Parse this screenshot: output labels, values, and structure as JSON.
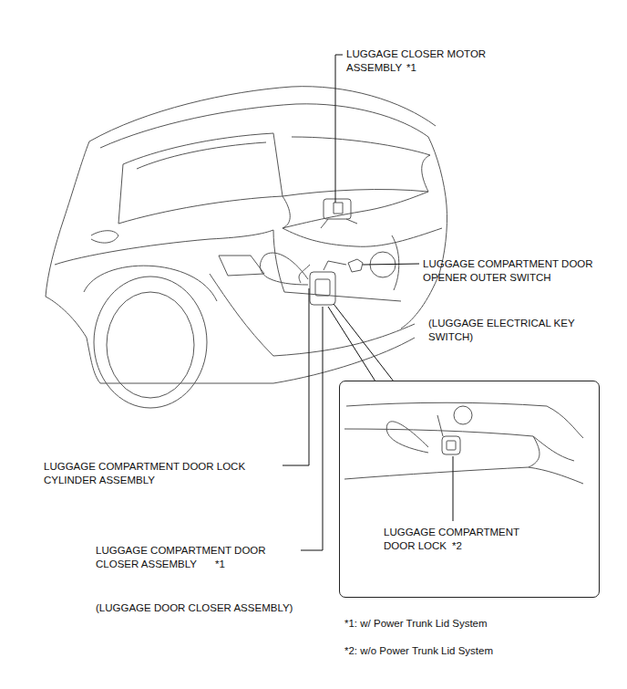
{
  "diagram": {
    "nodes": [
      {
        "text": [
          "LUGGAGE COMPARTMENT DOOR LOCK",
          "*2"
        ]
      }
    ],
    "labels": [
      "LUGGAGE CLOSER MOTOR ASSEMBLY",
      "*1",
      "LUGGAGE COMPARTMENT DOOR OPENER OUTER SWITCH",
      "(LUGGAGE ELECTRICAL KEY SWITCH)",
      "LUGGAGE COMPARTMENT DOOR LOCK CYLINDER ASSEMBLY",
      "LUGGAGE COMPARTMENT DOOR CLOSER ASSEMBLY",
      "*1",
      "(LUGGAGE DOOR CLOSER ASSEMBLY)",
      "*1: w/ Power Trunk Lid System",
      "*2: w/o Power Trunk Lid System"
    ]
  }
}
